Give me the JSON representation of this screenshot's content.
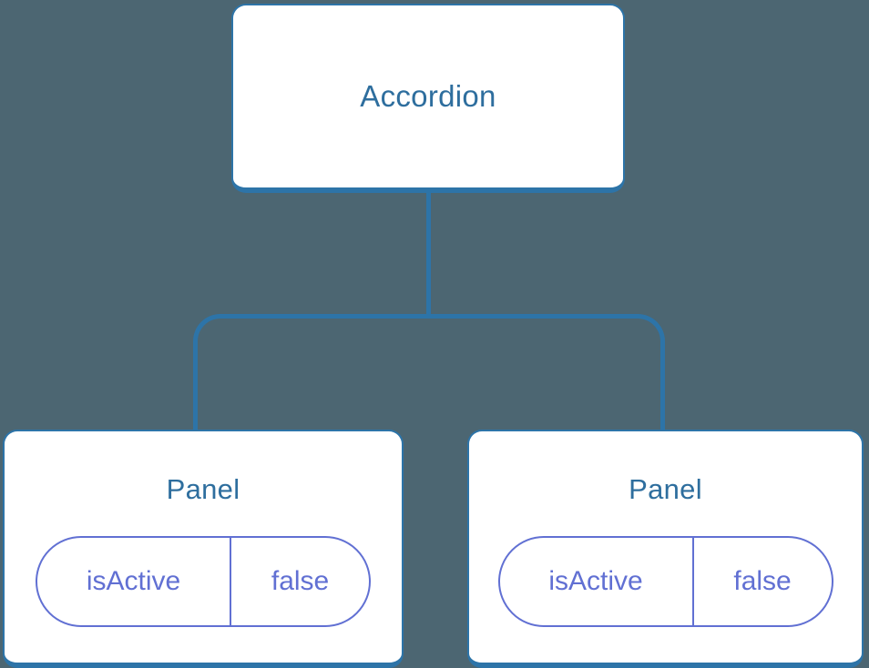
{
  "colors": {
    "background": "#4C6672",
    "connector_line": "#2D74A8",
    "node_text": "#2E6E9E",
    "state_accent": "#6170D3"
  },
  "tree": {
    "root": {
      "label": "Accordion"
    },
    "panels": [
      {
        "label": "Panel",
        "state": {
          "key": "isActive",
          "value": "false"
        }
      },
      {
        "label": "Panel",
        "state": {
          "key": "isActive",
          "value": "false"
        }
      }
    ]
  }
}
